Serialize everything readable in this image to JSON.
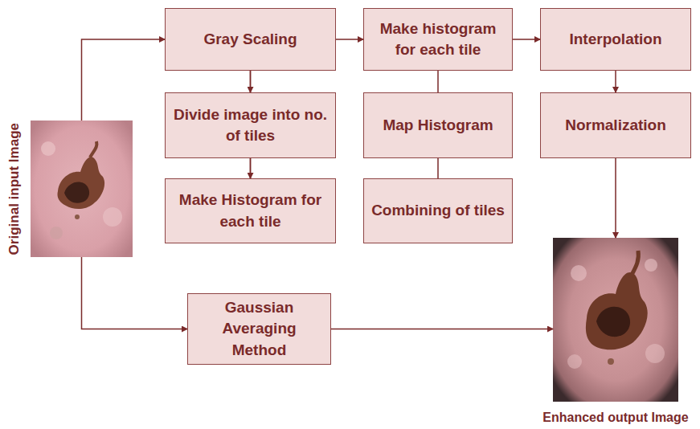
{
  "diagram": {
    "nodes": [
      {
        "text": [
          "Original input Image"
        ]
      },
      {
        "text": [
          "Gray Scaling"
        ]
      },
      {
        "text": [
          "Divide image into no. of tiles"
        ]
      },
      {
        "text": [
          "Make Histogram for each tile"
        ]
      },
      {
        "text": [
          "Make histogram for each tile"
        ]
      },
      {
        "text": [
          "Map Histogram"
        ]
      },
      {
        "text": [
          "Combining of tiles"
        ]
      },
      {
        "text": [
          "Interpolation"
        ]
      },
      {
        "text": [
          "Normalization"
        ]
      },
      {
        "text": [
          "Gaussian Averaging Method"
        ]
      },
      {
        "text": [
          "Enhanced output Image"
        ]
      }
    ],
    "edges": [
      {
        "from": 0,
        "to": 1,
        "arrow": "to"
      },
      {
        "from": 1,
        "to": 2,
        "arrow": "to"
      },
      {
        "from": 2,
        "to": 3,
        "arrow": "to"
      },
      {
        "from": 3,
        "to": 4,
        "arrow": "to"
      },
      {
        "from": 6,
        "to": 7,
        "arrow": "to"
      },
      {
        "from": 7,
        "to": 8,
        "arrow": "to"
      },
      {
        "from": 8,
        "to": 10,
        "arrow": "to"
      },
      {
        "from": 0,
        "to": 9,
        "arrow": "to"
      },
      {
        "from": 9,
        "to": 10,
        "arrow": "to"
      }
    ]
  }
}
